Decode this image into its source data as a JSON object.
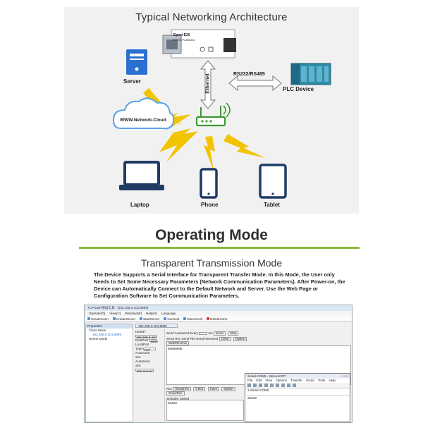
{
  "architecture": {
    "title": "Typical Networking Architecture",
    "module_label": "Eport-E20",
    "module_code": "E20TCP2485232",
    "ethernet_label": "Ethernet",
    "serial_label": "RS232/RS485",
    "nodes": {
      "server": "Server",
      "cloud": "WWW.Network.Cloud",
      "plc": "PLC Device",
      "laptop": "Laptop",
      "phone": "Phone",
      "tablet": "Tablet"
    },
    "colors": {
      "accent": "#2a6fd1",
      "router": "#3c9a2f",
      "bolt": "#f2c400",
      "panel": "#f1f1f1"
    }
  },
  "operating_mode": {
    "title": "Operating Mode",
    "rule_color": "#8ab83a",
    "subtitle": "Transparent Transmission Mode",
    "description": "The Device Supports a Serial Interface for Transparent Transfer Mode. In this Mode, the User only Needs to Set Some Necessary Parameters (Network Communication Parameters). After Power-on, the Device can Automatically Connect to the Default Network and Server. Use the Web Page or Configuration Software to Set Communication Parameters."
  },
  "software": {
    "window_title": "TCP/UDP测试工具 - [192.168.0.101:8899]",
    "menu": [
      "Operate(O)",
      "View(V)",
      "Window(W)",
      "Help(H)",
      "Language"
    ],
    "toolbar": [
      "CreateConn",
      "CreateServer",
      "StartServer",
      "Connect",
      "DisconnAll",
      "DeleteConn"
    ],
    "properties_header": "Properties",
    "tree": [
      "Client Mode",
      "192.168.0.101:8899",
      "Server Mode"
    ],
    "tab_label": "192.168.0.101:8899",
    "side_fields": [
      "DestIP:",
      "192.168.0.101",
      "DestPort:",
      "8899",
      "LocalPort",
      "Type",
      "TCP",
      "AutoConn",
      "Sec",
      "AutoSend",
      "Sec",
      "Disconnect"
    ],
    "send_label": "Send",
    "send_options": [
      "AutoSend",
      "Every",
      "ms",
      "Send",
      "Stop"
    ],
    "send_options2": [
      "Send Hex",
      "Send File",
      "Send Received"
    ],
    "recv_buttons": [
      "Clear",
      "Option",
      "StartReceive"
    ],
    "recv_text": "88888888",
    "bottom_buttons": [
      "Rec",
      "ShowHex",
      "Clear",
      "Save",
      "Option",
      "ShowRec"
    ],
    "bottom_text": "Serialize Speed",
    "send_text": "33333"
  },
  "securecrt": {
    "title": "Serial-COM5 - SecureCRT",
    "menu": [
      "File",
      "Edit",
      "View",
      "Options",
      "Transfer",
      "Script",
      "Tools",
      "Help"
    ],
    "tab": "1 Serial-COM5",
    "body_text": "33333"
  }
}
